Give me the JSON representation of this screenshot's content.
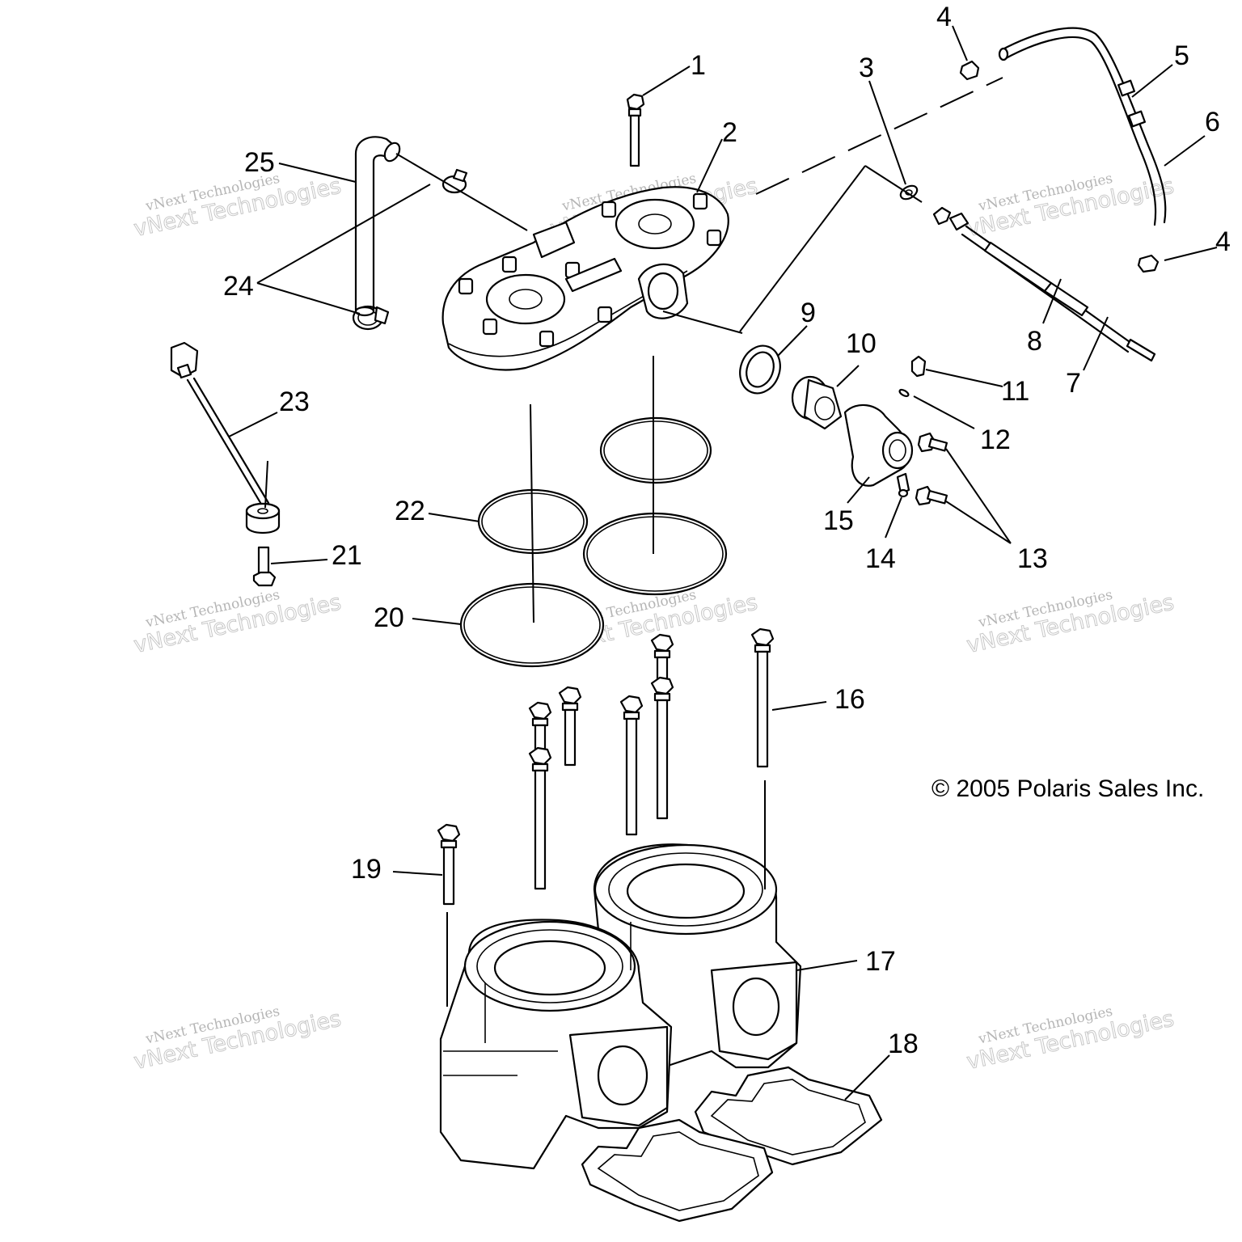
{
  "copyright": "© 2005 Polaris Sales Inc.",
  "watermark": {
    "line1": "vNext Technologies",
    "line2": "vNext Technologies"
  },
  "callouts": [
    {
      "id": "1",
      "text": "1"
    },
    {
      "id": "2",
      "text": "2"
    },
    {
      "id": "3",
      "text": "3"
    },
    {
      "id": "4a",
      "text": "4"
    },
    {
      "id": "4b",
      "text": "4"
    },
    {
      "id": "5",
      "text": "5"
    },
    {
      "id": "6",
      "text": "6"
    },
    {
      "id": "7",
      "text": "7"
    },
    {
      "id": "8",
      "text": "8"
    },
    {
      "id": "9",
      "text": "9"
    },
    {
      "id": "10",
      "text": "10"
    },
    {
      "id": "11",
      "text": "11"
    },
    {
      "id": "12",
      "text": "12"
    },
    {
      "id": "13",
      "text": "13"
    },
    {
      "id": "14",
      "text": "14"
    },
    {
      "id": "15",
      "text": "15"
    },
    {
      "id": "16",
      "text": "16"
    },
    {
      "id": "17",
      "text": "17"
    },
    {
      "id": "18",
      "text": "18"
    },
    {
      "id": "19",
      "text": "19"
    },
    {
      "id": "20",
      "text": "20"
    },
    {
      "id": "21",
      "text": "21"
    },
    {
      "id": "22",
      "text": "22"
    },
    {
      "id": "23",
      "text": "23"
    },
    {
      "id": "24",
      "text": "24"
    },
    {
      "id": "25",
      "text": "25"
    }
  ]
}
